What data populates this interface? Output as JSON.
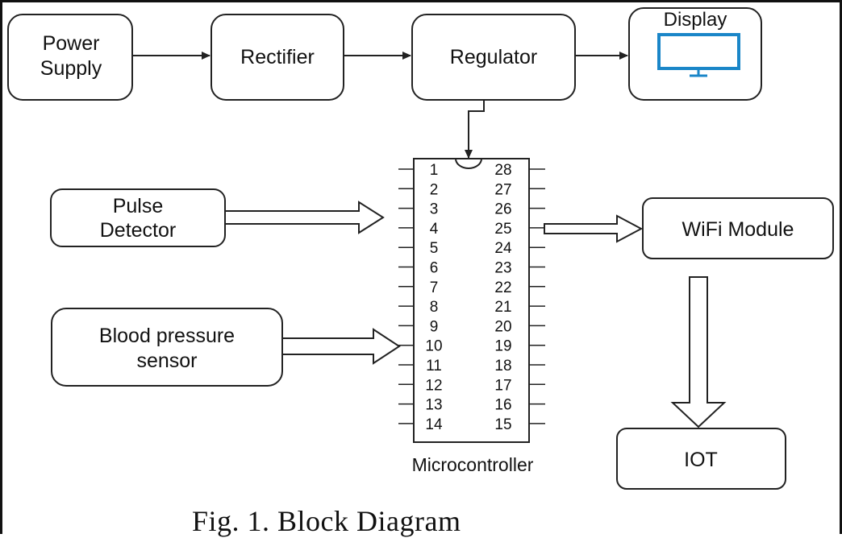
{
  "blocks": {
    "power_supply": [
      "Power",
      "Supply"
    ],
    "rectifier": "Rectifier",
    "regulator": "Regulator",
    "display": "Display",
    "pulse_detector": [
      "Pulse",
      "Detector"
    ],
    "blood_pressure": [
      "Blood pressure",
      "sensor"
    ],
    "wifi_module": "WiFi Module",
    "iot": "IOT"
  },
  "microcontroller": {
    "label": "Microcontroller",
    "left_pins": [
      "1",
      "2",
      "3",
      "4",
      "5",
      "6",
      "7",
      "8",
      "9",
      "10",
      "11",
      "12",
      "13",
      "14"
    ],
    "right_pins": [
      "28",
      "27",
      "26",
      "25",
      "24",
      "23",
      "22",
      "21",
      "20",
      "19",
      "18",
      "17",
      "16",
      "15"
    ]
  },
  "caption": "Fig. 1. Block Diagram",
  "colors": {
    "monitor": "#1a86c8",
    "stroke": "#222222"
  },
  "icons": {
    "display": "monitor-icon"
  }
}
